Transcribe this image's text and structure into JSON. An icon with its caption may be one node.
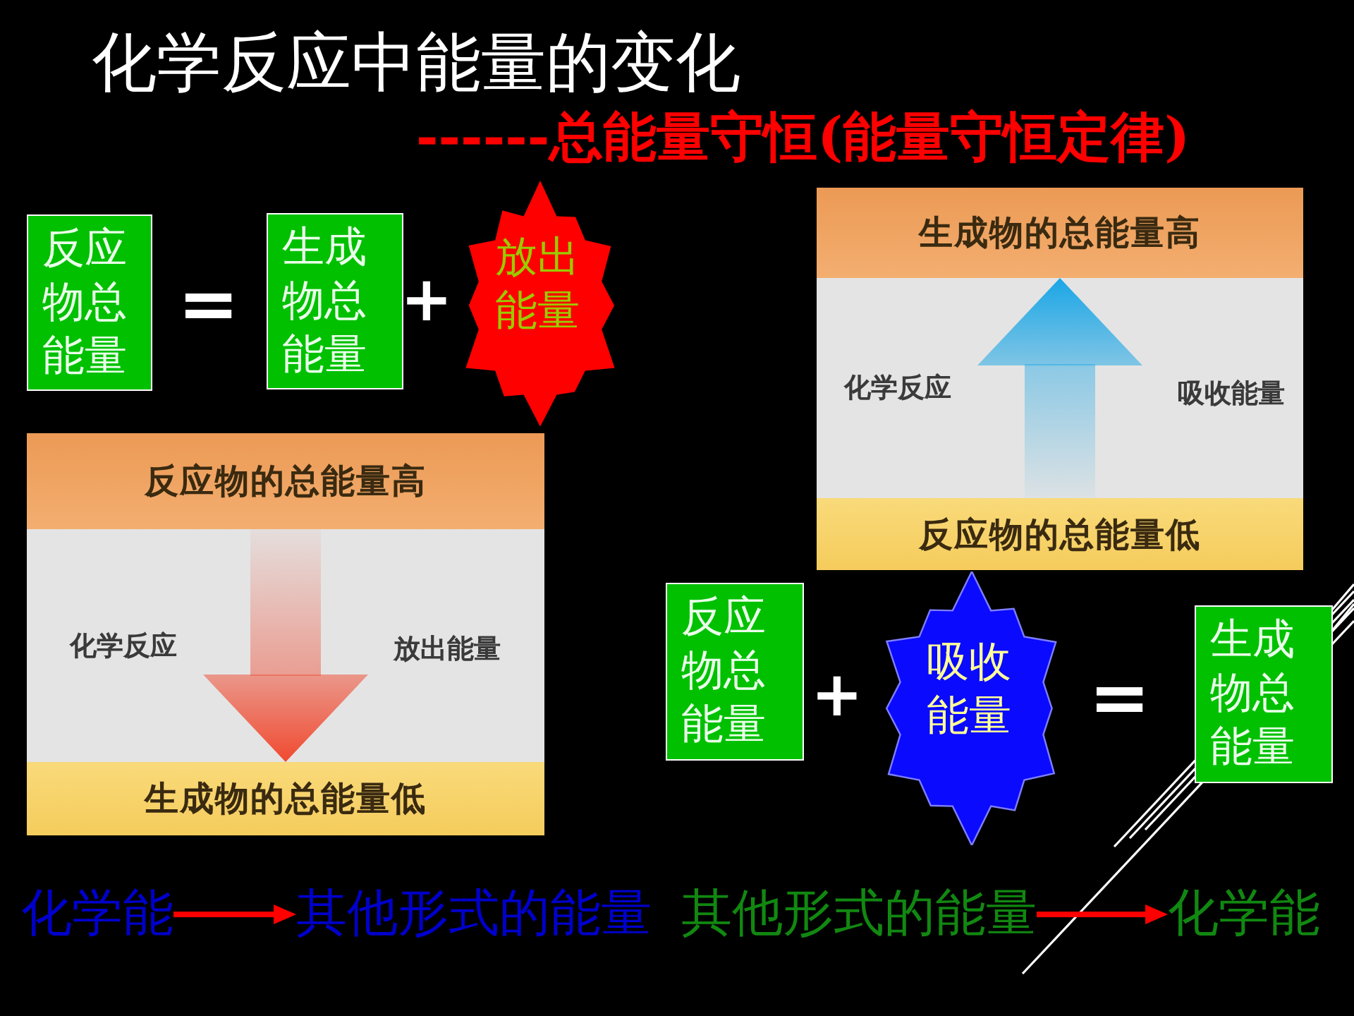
{
  "diagram": {
    "title": "化学反应中能量的变化",
    "nodes": [
      {
        "text": [
          "反应物总能量"
        ]
      },
      {
        "text": [
          "生成物总能量"
        ]
      },
      {
        "text": [
          "放出能量"
        ]
      },
      {
        "text": [],
        "shape": "box"
      },
      {
        "text": [
          "反应物的总能量高"
        ],
        "in": 3
      },
      {
        "text": [
          "生成物的总能量低"
        ],
        "in": 3
      },
      {
        "text": [],
        "shape": "box"
      },
      {
        "text": [
          "生成物的总能量高"
        ],
        "in": 6
      },
      {
        "text": [
          "反应物的总能量低"
        ],
        "in": 6
      },
      {
        "text": [
          "反应物总能量"
        ]
      },
      {
        "text": [
          "吸收能量"
        ]
      },
      {
        "text": [
          "生成物总能量"
        ]
      },
      {
        "text": [
          "化学能"
        ]
      },
      {
        "text": [
          "其他形式的能量"
        ]
      },
      {
        "text": [
          "其他形式的能量"
        ]
      },
      {
        "text": [
          "化学能"
        ]
      }
    ],
    "edges": [
      {
        "from": 4,
        "to": 5,
        "arrow": "to",
        "label": "化学反应",
        "style": "thick",
        "color": "#f04a30"
      },
      {
        "from": 8,
        "to": 7,
        "arrow": "to",
        "label": "化学反应",
        "style": "thick",
        "color": "#1aa6e6"
      },
      {
        "from": 12,
        "to": 13,
        "arrow": "to",
        "color": "#ff0000"
      },
      {
        "from": 14,
        "to": 15,
        "arrow": "to",
        "color": "#ff0000"
      }
    ],
    "labels": [
      "------总能量守恒(能量守恒定律)",
      "=",
      "+",
      "放出能量",
      "吸收能量",
      "+",
      "="
    ]
  }
}
